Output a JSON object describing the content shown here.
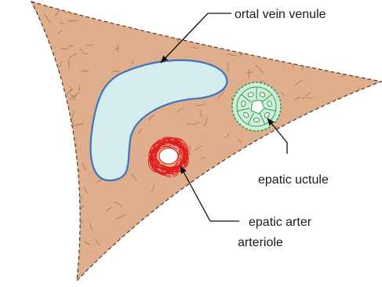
{
  "labels": {
    "portal_vein_venule": "ortal vein venule",
    "hepatic_ductule": "epatic uctule",
    "hepatic_artery_line1": "epatic arter",
    "hepatic_artery_line2": "arteriole"
  },
  "colors": {
    "triad_fill": "#dfae8c",
    "triad_stroke": "#5b3a28",
    "texture": "#9a6e52",
    "venule_fill": "#d4ecee",
    "venule_stroke": "#3f74b8",
    "ductule_fill": "#cfeed5",
    "ductule_stroke": "#2e9a55",
    "arteriole_stroke": "#e11c1c",
    "leader_line": "#111111"
  }
}
